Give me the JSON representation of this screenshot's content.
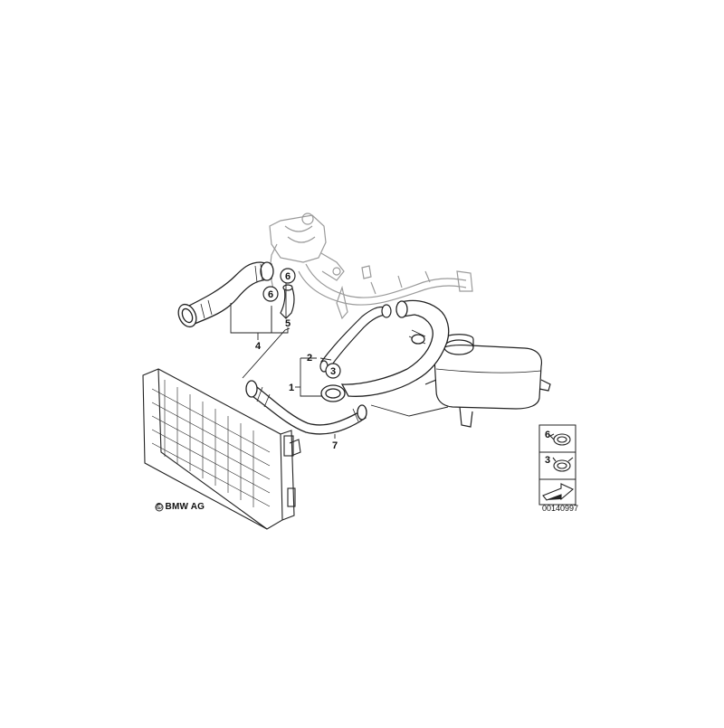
{
  "callouts": {
    "c1": "1",
    "c2": "2",
    "c3": "3",
    "c4": "4",
    "c5": "5",
    "c6a": "6",
    "c6b": "6",
    "c7": "7"
  },
  "legend": {
    "item_top_number": "6",
    "item_bottom_number": "3"
  },
  "copyright": "© BMW AG",
  "document_number": "00140997",
  "colors": {
    "line": "#222222",
    "ghost": "#9a9a9a",
    "arrow_fill": "#ffffff"
  }
}
